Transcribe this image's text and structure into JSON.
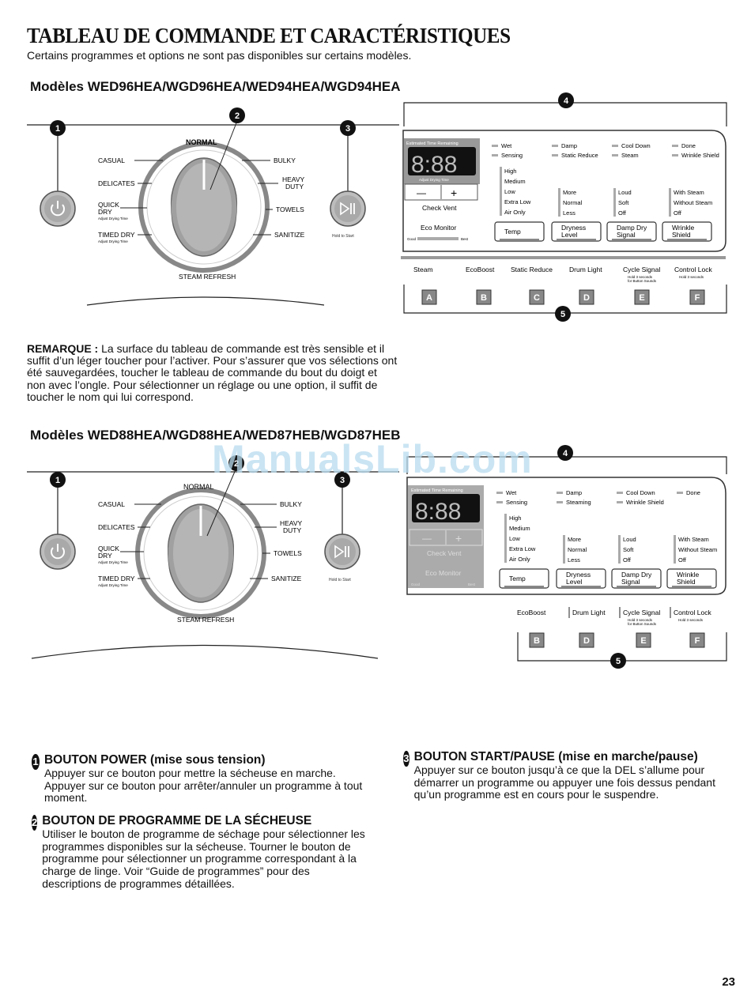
{
  "title": "TABLEAU DE COMMANDE ET CARACTÉRISTIQUES",
  "subtitle": "Certains programmes et options ne sont pas disponibles sur certains modèles.",
  "section1": {
    "heading": "Modèles WED96HEA/WGD96HEA/WED94HEA/WGD94HEA"
  },
  "section2": {
    "heading": "Modèles WED88HEA/WGD88HEA/WED87HEB/WGD87HEB"
  },
  "watermark": "ManualsLib.com",
  "callouts": {
    "n1": "1",
    "n2": "2",
    "n3": "3",
    "n4": "4",
    "n5": "5"
  },
  "dial": {
    "normal": "NORMAL",
    "casual": "CASUAL",
    "delicates": "DELICATES",
    "quick_dry_1": "QUICK",
    "quick_dry_2": "DRY",
    "adjust_time": "Adjust Drying Time",
    "timed_dry": "TIMED DRY",
    "bulky": "BULKY",
    "heavy_1": "HEAVY",
    "heavy_2": "DUTY",
    "towels": "TOWELS",
    "sanitize": "SANITIZE",
    "steam_refresh": "STEAM REFRESH",
    "hold_to_start": "Hold to Start"
  },
  "panel": {
    "est_time": "Estimated Time Remaining",
    "digits": "8:88",
    "adjust_time": "Adjust Drying Time",
    "minus": "—",
    "plus": "+",
    "check_vent": "Check Vent",
    "eco_monitor": "Eco Monitor",
    "good": "Good",
    "best": "Best",
    "status1": [
      "Wet",
      "Damp",
      "Cool Down",
      "Done"
    ],
    "status2a": [
      "Sensing",
      "Static Reduce",
      "Steam",
      "Wrinkle Shield"
    ],
    "status2b": [
      "Sensing",
      "Steaming",
      "Wrinkle Shield"
    ],
    "temp_levels": [
      "High",
      "Medium",
      "Low",
      "Extra Low",
      "Air Only"
    ],
    "dry_levels": [
      "More",
      "Normal",
      "Less"
    ],
    "signal_levels": [
      "Loud",
      "Soft",
      "Off"
    ],
    "wrinkle_levels": [
      "With Steam",
      "Without Steam",
      "Off"
    ],
    "buttons": [
      "Temp",
      "Dryness",
      "Level",
      "Damp Dry",
      "Signal",
      "Wrinkle",
      "Shield"
    ],
    "options": [
      "Steam",
      "EcoBoost",
      "Static Reduce",
      "Drum Light",
      "Cycle Signal",
      "Control Lock"
    ],
    "hold3_signal": "Hold 3 seconds",
    "hold3_signal2": "for Button Sounds",
    "hold3_lock": "Hold 3 seconds",
    "letters_a": [
      "A",
      "B",
      "C",
      "D",
      "E",
      "F"
    ],
    "letters_b": [
      "B",
      "D",
      "E",
      "F"
    ]
  },
  "note": {
    "label": "REMARQUE :",
    "text": " La surface du tableau de commande est très sensible et il suffit d’un léger toucher pour l’activer. Pour s’assurer que vos sélections ont été sauvegardées, toucher le tableau de commande du bout du doigt et non avec l’ongle. Pour sélectionner un réglage ou une option, il suffit de toucher le nom qui lui correspond."
  },
  "items": [
    {
      "num": "1",
      "title": "BOUTON POWER (mise sous tension)",
      "text": "Appuyer sur ce bouton pour mettre la sécheuse en marche. Appuyer sur ce bouton pour arrêter/annuler un programme à tout moment."
    },
    {
      "num": "2",
      "title": "BOUTON DE PROGRAMME DE LA SÉCHEUSE",
      "text": "Utiliser le bouton de programme de séchage pour sélectionner les programmes disponibles sur la sécheuse. Tourner le bouton de programme pour sélectionner un programme correspondant à la charge de linge. Voir “Guide de programmes” pour des descriptions de programmes détaillées."
    },
    {
      "num": "3",
      "title": "BOUTON START/PAUSE (mise en marche/pause)",
      "text": "Appuyer sur ce bouton jusqu’à ce que la DEL s’allume pour démarrer un programme ou appuyer une fois dessus pendant qu’un programme est en cours pour le suspendre."
    }
  ],
  "page_number": "23"
}
